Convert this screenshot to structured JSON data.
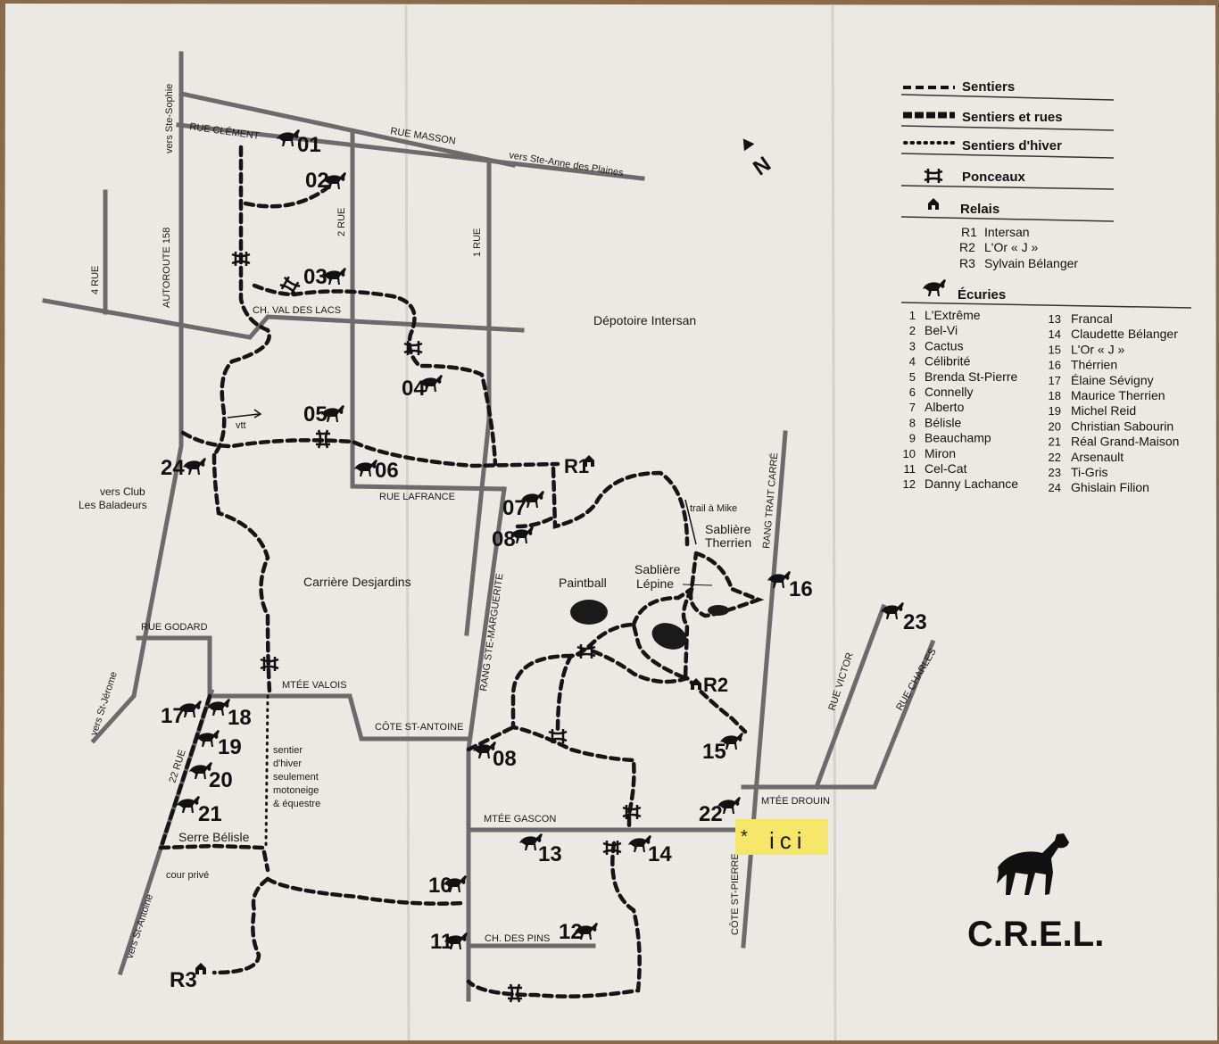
{
  "map": {
    "roads": {
      "rue_clement": "RUE CLÉMENT",
      "rue_masson": "RUE MASSON",
      "vers_ste_sophie": "vers Ste-Sophie",
      "vers_ste_anne": "vers Ste-Anne des Plaines",
      "rue_2": "2 RUE",
      "rue_1": "1 RUE",
      "rue_4": "4 RUE",
      "autoroute_158": "AUTOROUTE 158",
      "ch_val_des_lacs": "CH. VAL DES LACS",
      "rue_lafrance": "RUE LAFRANCE",
      "vers_club": "vers Club",
      "les_baladeurs": "Les Baladeurs",
      "rue_godard": "RUE GODARD",
      "vers_st_jerome": "vers St-Jérome",
      "mtee_valois": "MTÉE VALOIS",
      "cote_st_antoine": "CÔTE ST-ANTOINE",
      "rang_ste_marguerite": "RANG STE-MARGUERITE",
      "rang_trait_carre": "RANG TRAIT CARRÉ",
      "rue_victor": "RUE VICTOR",
      "rue_charles": "RUE CHARLES",
      "mtee_drouin": "MTÉE DROUIN",
      "mtee_gascon": "MTÉE GASCON",
      "cote_st_pierre": "CÔTE ST-PIERRE",
      "rue_22": "22 RUE",
      "vers_st_antoine": "vers St-Antoine",
      "ch_des_pins": "CH. DES PINS"
    },
    "places": {
      "depotoire": "Dépotoire Intersan",
      "carriere": "Carrière Desjardins",
      "paintball": "Paintball",
      "sabliere_lepine_1": "Sablière",
      "sabliere_lepine_2": "Lépine",
      "sabliere_therrien_1": "Sablière",
      "sabliere_therrien_2": "Therrien",
      "trail_mike": "trail à Mike",
      "vtt": "vtt",
      "serre_belisle": "Serre Bélisle",
      "cour_prive": "cour privé",
      "sentier_hiver_1": "sentier",
      "sentier_hiver_2": "d'hiver",
      "sentier_hiver_3": "seulement",
      "sentier_hiver_4": "motoneige",
      "sentier_hiver_5": "& équestre",
      "ici": "ici",
      "north": "N"
    },
    "markers": {
      "m01": "01",
      "m02": "02",
      "m03": "03",
      "m04": "04",
      "m05": "05",
      "m06": "06",
      "m07": "07",
      "m08a": "08",
      "m08b": "08",
      "m10": "10",
      "m11": "11",
      "m12": "12",
      "m13": "13",
      "m14": "14",
      "m15": "15",
      "m16": "16",
      "m17": "17",
      "m18": "18",
      "m19": "19",
      "m20": "20",
      "m21": "21",
      "m22": "22",
      "m23": "23",
      "m24": "24",
      "r1": "R1",
      "r2": "R2",
      "r3": "R3"
    }
  },
  "legend": {
    "sentiers": "Sentiers",
    "sentiers_rues": "Sentiers et rues",
    "sentiers_hiver": "Sentiers d'hiver",
    "ponceaux": "Ponceaux",
    "relais": "Relais",
    "relais_items": [
      {
        "code": "R1",
        "name": "Intersan"
      },
      {
        "code": "R2",
        "name": "L'Or « J »"
      },
      {
        "code": "R3",
        "name": "Sylvain Bélanger"
      }
    ],
    "ecuries": "Écuries",
    "ecuries_col1": [
      {
        "n": "1",
        "name": "L'Extrême"
      },
      {
        "n": "2",
        "name": "Bel-Vi"
      },
      {
        "n": "3",
        "name": "Cactus"
      },
      {
        "n": "4",
        "name": "Célibrité"
      },
      {
        "n": "5",
        "name": "Brenda St-Pierre"
      },
      {
        "n": "6",
        "name": "Connelly"
      },
      {
        "n": "7",
        "name": "Alberto"
      },
      {
        "n": "8",
        "name": "Bélisle"
      },
      {
        "n": "9",
        "name": "Beauchamp"
      },
      {
        "n": "10",
        "name": "Miron"
      },
      {
        "n": "11",
        "name": "Cel-Cat"
      },
      {
        "n": "12",
        "name": "Danny Lachance"
      }
    ],
    "ecuries_col2": [
      {
        "n": "13",
        "name": "Francal"
      },
      {
        "n": "14",
        "name": "Claudette Bélanger"
      },
      {
        "n": "15",
        "name": "L'Or « J »"
      },
      {
        "n": "16",
        "name": "Thérrien"
      },
      {
        "n": "17",
        "name": "Élaine Sévigny"
      },
      {
        "n": "18",
        "name": "Maurice Therrien"
      },
      {
        "n": "19",
        "name": "Michel Reid"
      },
      {
        "n": "20",
        "name": "Christian Sabourin"
      },
      {
        "n": "21",
        "name": "Réal Grand-Maison"
      },
      {
        "n": "22",
        "name": "Arsenault"
      },
      {
        "n": "23",
        "name": "Ti-Gris"
      },
      {
        "n": "24",
        "name": "Ghislain Filion"
      }
    ]
  },
  "logo": {
    "text": "C.R.E.L."
  },
  "colors": {
    "paper": "#ebe9e3",
    "road": "#6b6b6b",
    "trail": "#151515",
    "highlight": "#f5e66a"
  },
  "icons": [
    "horse-icon",
    "relais-house-icon",
    "ponceau-bridge-icon",
    "north-arrow-icon"
  ]
}
